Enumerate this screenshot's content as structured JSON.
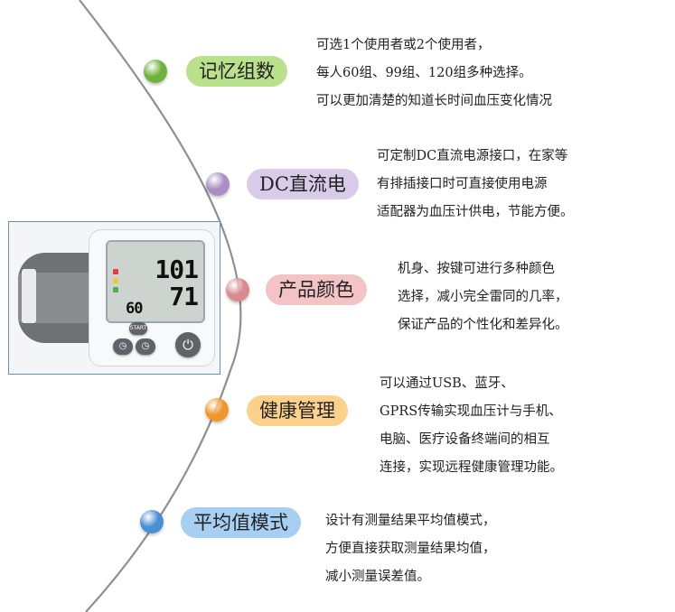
{
  "features": [
    {
      "title": "记忆组数",
      "dot_color": "#6fb23a",
      "pill_color": "#b9e08a",
      "lines": [
        "可选1个使用者或2个使用者，",
        "每人60组、99组、120组多种选择。",
        "可以更加清楚的知道长时间血压变化情况"
      ]
    },
    {
      "title": "DC直流电",
      "dot_color": "#a98fc3",
      "pill_color": "#d9cce8",
      "lines": [
        "可定制DC直流电源接口，在家等",
        "有排插接口时可直接使用电源",
        "适配器为血压计供电，节能方便。"
      ]
    },
    {
      "title": "产品颜色",
      "dot_color": "#d98a8f",
      "pill_color": "#f3c3c6",
      "lines": [
        "机身、按键可进行多种颜色",
        "选择，减小完全雷同的几率，",
        "保证产品的个性化和差异化。"
      ]
    },
    {
      "title": "健康管理",
      "dot_color": "#f0962a",
      "pill_color": "#fbd18c",
      "lines": [
        "可以通过USB、蓝牙、",
        "GPRS传输实现血压计与手机、",
        "电脑、医疗设备终端间的相互",
        "连接，实现远程健康管理功能。"
      ]
    },
    {
      "title": "平均值模式",
      "dot_color": "#4a8fd6",
      "pill_color": "#a7cff2",
      "lines": [
        "设计有测量结果平均值模式，",
        "方便直接获取测量结果均值，",
        "减小测量误差值。"
      ]
    }
  ],
  "device": {
    "systolic": "101",
    "diastolic": "71",
    "pulse": "60",
    "start_label": "START"
  }
}
